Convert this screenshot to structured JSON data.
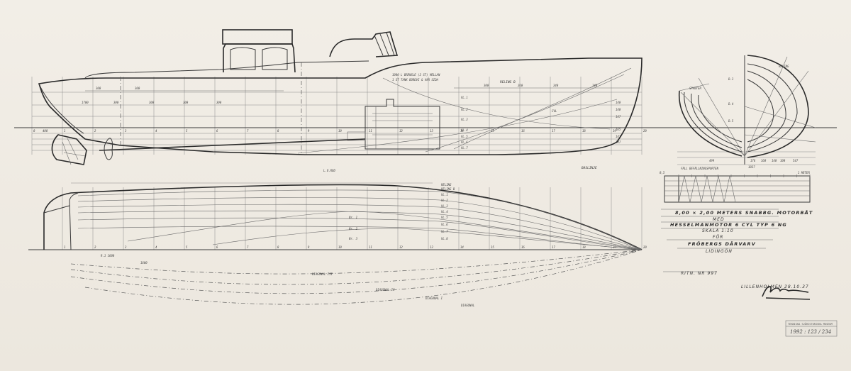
{
  "profile_view": {
    "sheer_label": "RELING B",
    "keel_label": "BASLINJE",
    "note_line1": "1000 L BRÄNSLE (2 ST) MELLAN",
    "note_line2": "1 ST TANK BORDVI & VAR SIDA",
    "stations": [
      "0",
      "1",
      "2",
      "3",
      "4",
      "5",
      "6",
      "7",
      "8",
      "9",
      "10",
      "11",
      "12",
      "13",
      "14",
      "15",
      "16",
      "17",
      "18",
      "19",
      "20"
    ],
    "waterlines": [
      "VL.1",
      "VL.2",
      "VL.3",
      "VL.4",
      "VL.5",
      "VL.6",
      "VL.7"
    ],
    "top_dims": [
      "300",
      "300",
      "300",
      "260",
      "340",
      "340"
    ],
    "left_dims": [
      "1700",
      "300",
      "300",
      "300",
      "300"
    ],
    "left_side_label": "400",
    "forward_dims": [
      "140",
      "140",
      "147",
      "165",
      "147",
      "147"
    ],
    "forward_label": "CVL",
    "lower_label": "L.O.ROD"
  },
  "body_plan": {
    "title": "SPANTER",
    "bottom_label": "FÄLL BEFÄLLNINGSPORTEN",
    "diagonal_labels": [
      "D.3",
      "D.4",
      "D.5"
    ],
    "dims": [
      "499",
      "176",
      "160",
      "140",
      "100",
      "547",
      "1027"
    ],
    "reling_label": "RELING"
  },
  "plan_view": {
    "labels": [
      "RELING",
      "RELING B",
      "VL.1",
      "VL.2",
      "VL.3",
      "VL.4",
      "VL.5",
      "VL.6",
      "VL.7",
      "VL.8"
    ],
    "diagonals": [
      "DIAGONAL III",
      "DIAGONAL II",
      "DIAGONAL I",
      "DIAGONAL"
    ],
    "inner_labels": [
      "Nr. 1",
      "Nr. 2",
      "Nr. 3"
    ],
    "small_labels": [
      "R.1 1600",
      "1600"
    ]
  },
  "scale_bar": {
    "left_label": "0,5",
    "right_label": "1 METER"
  },
  "title_block": {
    "line1": "8,00 × 2,00 METERS SNABBG. MOTORBÅT",
    "line2": "MED",
    "line3": "HESSELMANMOTOR 6 CYL TYP 6 NG",
    "line4": "SKALA 1:10",
    "line5": "FÖR",
    "line6": "FRÖBERGS DÄRVARV",
    "line7": "LIDINGÖN",
    "ritn": "RITN. NR 997",
    "place_date": "LILLENHOLMEN  28.10.37"
  },
  "stamp": {
    "header": "TEKNISKA SJÖHISTORISKA MUSEUM",
    "number": "1992 : 123 / 234"
  },
  "colors": {
    "paper": "#efeae2",
    "ink": "#3a3a3a"
  }
}
